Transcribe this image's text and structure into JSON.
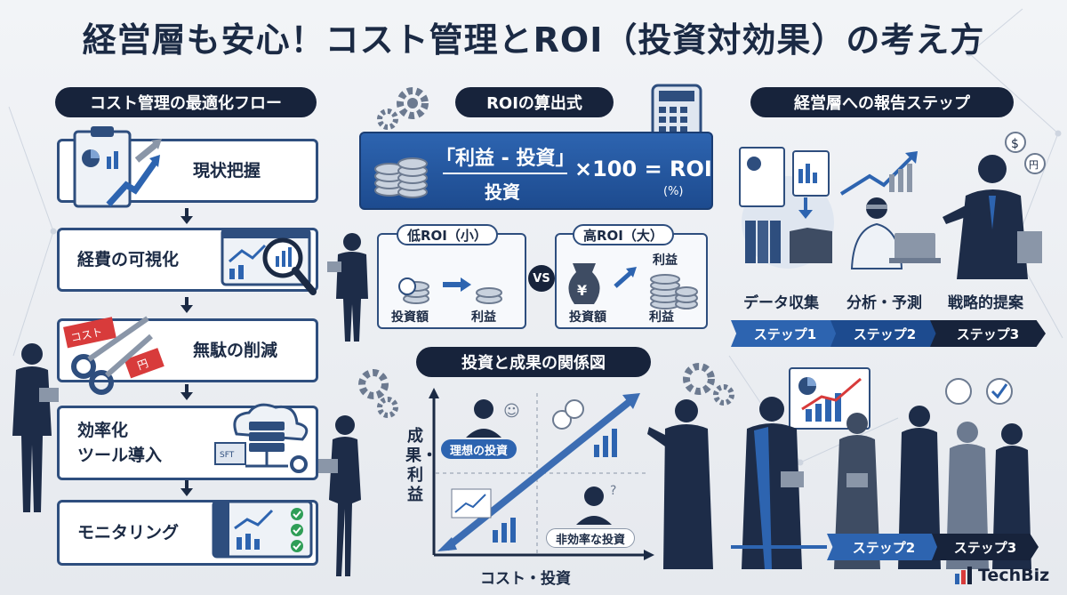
{
  "title": "経営層も安心！コスト管理とROI（投資対効果）の考え方",
  "flow": {
    "heading": "コスト管理の最適化フロー",
    "steps": [
      "現状把握",
      "経費の可視化",
      "無駄の削減",
      "効率化\nツール導入",
      "モニタリング"
    ],
    "coupon_text": "コスト",
    "sft_label": "SFT"
  },
  "roi": {
    "heading": "ROIの算出式",
    "numerator": "「利益 - 投資」",
    "denominator": "投資",
    "rhs": "×100 = ROI",
    "unit": "(%)",
    "low_label": "低ROI（小）",
    "high_label": "高ROI（大）",
    "vs": "VS",
    "invest_label": "投資額",
    "profit_label": "利益",
    "profit_label_top": "利益",
    "yen": "¥",
    "coin": "円"
  },
  "relation": {
    "heading": "投資と成果の関係図",
    "y_label": "成果・利益",
    "x_label": "コスト・投資",
    "ideal": "理想の投資",
    "inefficient": "非効率な投資"
  },
  "report": {
    "heading": "経営層への報告ステップ",
    "stages": [
      "データ収集",
      "分析・予測",
      "戦略的提案"
    ],
    "steps": [
      "ステップ1",
      "ステップ2",
      "ステップ3"
    ],
    "bottom_steps": [
      "ステップ2",
      "ステップ3"
    ],
    "dollar": "$"
  },
  "brand": "TechBiz",
  "colors": {
    "navy": "#17233b",
    "blue": "#1d4b8f",
    "accent": "#2d64b0"
  }
}
